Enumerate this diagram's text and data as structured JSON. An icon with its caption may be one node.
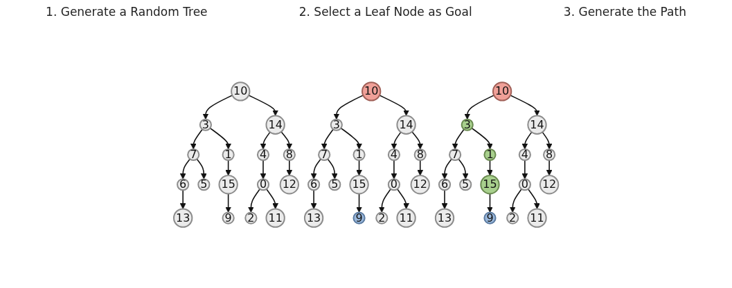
{
  "diagram": {
    "nodes": [
      {
        "text": [
          "10"
        ]
      },
      {
        "text": [
          "3"
        ]
      },
      {
        "text": [
          "14"
        ]
      },
      {
        "text": [
          "7"
        ]
      },
      {
        "text": [
          "1"
        ]
      },
      {
        "text": [
          "4"
        ]
      },
      {
        "text": [
          "8"
        ]
      },
      {
        "text": [
          "6"
        ]
      },
      {
        "text": [
          "5"
        ]
      },
      {
        "text": [
          "15"
        ]
      },
      {
        "text": [
          "0"
        ]
      },
      {
        "text": [
          "12"
        ]
      },
      {
        "text": [
          "13"
        ]
      },
      {
        "text": [
          "9"
        ]
      },
      {
        "text": [
          "2"
        ]
      },
      {
        "text": [
          "11"
        ]
      },
      {
        "text": [
          "10"
        ]
      },
      {
        "text": [
          "3"
        ]
      },
      {
        "text": [
          "14"
        ]
      },
      {
        "text": [
          "7"
        ]
      },
      {
        "text": [
          "1"
        ]
      },
      {
        "text": [
          "4"
        ]
      },
      {
        "text": [
          "8"
        ]
      },
      {
        "text": [
          "6"
        ]
      },
      {
        "text": [
          "5"
        ]
      },
      {
        "text": [
          "15"
        ]
      },
      {
        "text": [
          "0"
        ]
      },
      {
        "text": [
          "12"
        ]
      },
      {
        "text": [
          "13"
        ]
      },
      {
        "text": [
          "9"
        ]
      },
      {
        "text": [
          "2"
        ]
      },
      {
        "text": [
          "11"
        ]
      },
      {
        "text": [
          "10"
        ]
      },
      {
        "text": [
          "3"
        ]
      },
      {
        "text": [
          "14"
        ]
      },
      {
        "text": [
          "7"
        ]
      },
      {
        "text": [
          "1"
        ]
      },
      {
        "text": [
          "4"
        ]
      },
      {
        "text": [
          "8"
        ]
      },
      {
        "text": [
          "6"
        ]
      },
      {
        "text": [
          "5"
        ]
      },
      {
        "text": [
          "15"
        ]
      },
      {
        "text": [
          "0"
        ]
      },
      {
        "text": [
          "12"
        ]
      },
      {
        "text": [
          "13"
        ]
      },
      {
        "text": [
          "9"
        ]
      },
      {
        "text": [
          "2"
        ]
      },
      {
        "text": [
          "11"
        ]
      }
    ],
    "edges": [
      {
        "from": 0,
        "to": 1,
        "arrow": "to"
      },
      {
        "from": 0,
        "to": 2,
        "arrow": "to"
      },
      {
        "from": 1,
        "to": 3,
        "arrow": "to"
      },
      {
        "from": 1,
        "to": 4,
        "arrow": "to"
      },
      {
        "from": 2,
        "to": 5,
        "arrow": "to"
      },
      {
        "from": 2,
        "to": 6,
        "arrow": "to"
      },
      {
        "from": 3,
        "to": 7,
        "arrow": "to"
      },
      {
        "from": 3,
        "to": 8,
        "arrow": "to"
      },
      {
        "from": 4,
        "to": 9,
        "arrow": "to"
      },
      {
        "from": 5,
        "to": 10,
        "arrow": "to"
      },
      {
        "from": 6,
        "to": 11,
        "arrow": "to"
      },
      {
        "from": 7,
        "to": 12,
        "arrow": "to"
      },
      {
        "from": 9,
        "to": 13,
        "arrow": "to"
      },
      {
        "from": 10,
        "to": 14,
        "arrow": "to"
      },
      {
        "from": 10,
        "to": 15,
        "arrow": "to"
      },
      {
        "from": 16,
        "to": 17,
        "arrow": "to"
      },
      {
        "from": 16,
        "to": 18,
        "arrow": "to"
      },
      {
        "from": 17,
        "to": 19,
        "arrow": "to"
      },
      {
        "from": 17,
        "to": 20,
        "arrow": "to"
      },
      {
        "from": 18,
        "to": 21,
        "arrow": "to"
      },
      {
        "from": 18,
        "to": 22,
        "arrow": "to"
      },
      {
        "from": 19,
        "to": 23,
        "arrow": "to"
      },
      {
        "from": 19,
        "to": 24,
        "arrow": "to"
      },
      {
        "from": 20,
        "to": 25,
        "arrow": "to"
      },
      {
        "from": 21,
        "to": 26,
        "arrow": "to"
      },
      {
        "from": 22,
        "to": 27,
        "arrow": "to"
      },
      {
        "from": 23,
        "to": 28,
        "arrow": "to"
      },
      {
        "from": 25,
        "to": 29,
        "arrow": "to"
      },
      {
        "from": 26,
        "to": 30,
        "arrow": "to"
      },
      {
        "from": 26,
        "to": 31,
        "arrow": "to"
      },
      {
        "from": 32,
        "to": 33,
        "arrow": "to"
      },
      {
        "from": 32,
        "to": 34,
        "arrow": "to"
      },
      {
        "from": 33,
        "to": 35,
        "arrow": "to"
      },
      {
        "from": 33,
        "to": 36,
        "arrow": "to"
      },
      {
        "from": 34,
        "to": 37,
        "arrow": "to"
      },
      {
        "from": 34,
        "to": 38,
        "arrow": "to"
      },
      {
        "from": 35,
        "to": 39,
        "arrow": "to"
      },
      {
        "from": 35,
        "to": 40,
        "arrow": "to"
      },
      {
        "from": 36,
        "to": 41,
        "arrow": "to"
      },
      {
        "from": 37,
        "to": 42,
        "arrow": "to"
      },
      {
        "from": 38,
        "to": 43,
        "arrow": "to"
      },
      {
        "from": 39,
        "to": 44,
        "arrow": "to"
      },
      {
        "from": 41,
        "to": 45,
        "arrow": "to"
      },
      {
        "from": 42,
        "to": 46,
        "arrow": "to"
      },
      {
        "from": 42,
        "to": 47,
        "arrow": "to"
      }
    ],
    "labels": [
      "1. Generate a Random Tree",
      "2. Select a Leaf Node as Goal",
      "3. Generate the Path"
    ]
  }
}
